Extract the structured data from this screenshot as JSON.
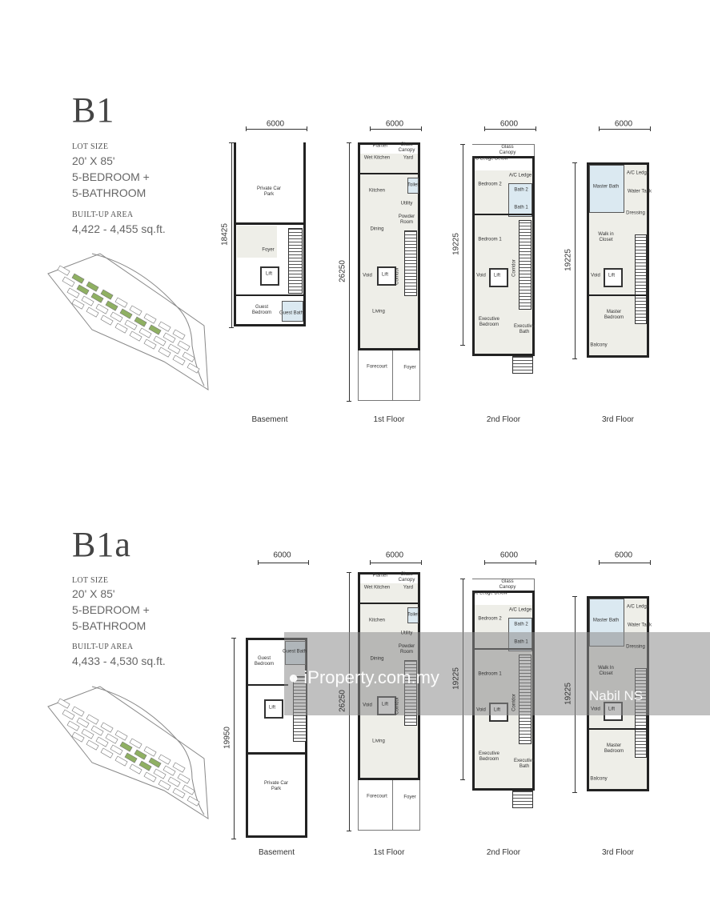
{
  "units": [
    {
      "name": "B1",
      "lot_size_label": "LOT SIZE",
      "lot_size": "20' X 85'",
      "bedrooms": "5-BEDROOM +",
      "bathrooms": "5-BATHROOM",
      "built_up_label": "BUILT-UP AREA",
      "built_up": "4,422 - 4,455 sq.ft.",
      "plans": {
        "basement": {
          "label": "Basement",
          "width_dim": "6000",
          "length_dim": "18425",
          "rooms": [
            "Private Car Park",
            "Foyer",
            "Lift",
            "Guest Bedroom",
            "Guest Bath"
          ]
        },
        "first": {
          "label": "1st Floor",
          "width_dim": "6000",
          "length_dim": "26250",
          "rooms": [
            "Planter",
            "Glass Canopy",
            "Wet Kitchen",
            "Yard",
            "Toilet",
            "Kitchen",
            "Utility",
            "Powder Room",
            "Dining",
            "Void",
            "Lift",
            "Corridor",
            "Living",
            "Forecourt",
            "Foyer"
          ]
        },
        "second": {
          "label": "2nd Floor",
          "width_dim": "6000",
          "length_dim": "19225",
          "rooms": [
            "Glass Canopy",
            "RC Ledge Below",
            "A/C Ledge",
            "Bedroom 2",
            "Bath 2",
            "Bath 1",
            "Bedroom 1",
            "Void",
            "Lift",
            "Corridor",
            "Executive Bedroom",
            "Executive Bath"
          ]
        },
        "third": {
          "label": "3rd Floor",
          "width_dim": "6000",
          "length_dim": "19225",
          "rooms": [
            "A/C Ledge",
            "Master Bath",
            "Water Tank",
            "Dressing",
            "Walk in Closet",
            "Void",
            "Lift",
            "Master Bedroom",
            "Balcony"
          ]
        }
      }
    },
    {
      "name": "B1a",
      "lot_size_label": "LOT SIZE",
      "lot_size": "20' X 85'",
      "bedrooms": "5-BEDROOM +",
      "bathrooms": "5-BATHROOM",
      "built_up_label": "BUILT-UP AREA",
      "built_up": "4,433 - 4,530 sq.ft.",
      "plans": {
        "basement": {
          "label": "Basement",
          "width_dim": "6000",
          "length_dim": "19950",
          "rooms": [
            "Guest Bath",
            "Guest Bedroom",
            "Lift",
            "Private Car Park"
          ]
        },
        "first": {
          "label": "1st Floor",
          "width_dim": "6000",
          "length_dim": "26250",
          "rooms": [
            "Planter",
            "Glass Canopy",
            "Wet Kitchen",
            "Yard",
            "Toilet",
            "Kitchen",
            "Utility",
            "Powder Room",
            "Dining",
            "Void",
            "Lift",
            "Corridor",
            "Living",
            "Forecourt",
            "Foyer"
          ]
        },
        "second": {
          "label": "2nd Floor",
          "width_dim": "6000",
          "length_dim": "19225",
          "rooms": [
            "Glass Canopy",
            "Rc Ledge Below",
            "A/C Ledge",
            "Bedroom 2",
            "Bath 2",
            "Bath 1",
            "Bedroom 1",
            "Void",
            "Lift",
            "Corridor",
            "Executive Bedroom",
            "Executive Bath"
          ]
        },
        "third": {
          "label": "3rd Floor",
          "width_dim": "6000",
          "length_dim": "19225",
          "rooms": [
            "A/C Ledge",
            "Master Bath",
            "Water Tank",
            "Dressing",
            "Walk In Closet",
            "Void",
            "Lift",
            "Master Bedroom",
            "Balcony"
          ]
        }
      }
    }
  ],
  "watermark": {
    "site": "iProperty.com.my",
    "agent": "Nabil NS"
  },
  "colors": {
    "highlight_lot": "#8fb062",
    "bath_fill": "#dbe9f1",
    "room_fill": "#eeeee8",
    "wall": "#222222"
  }
}
